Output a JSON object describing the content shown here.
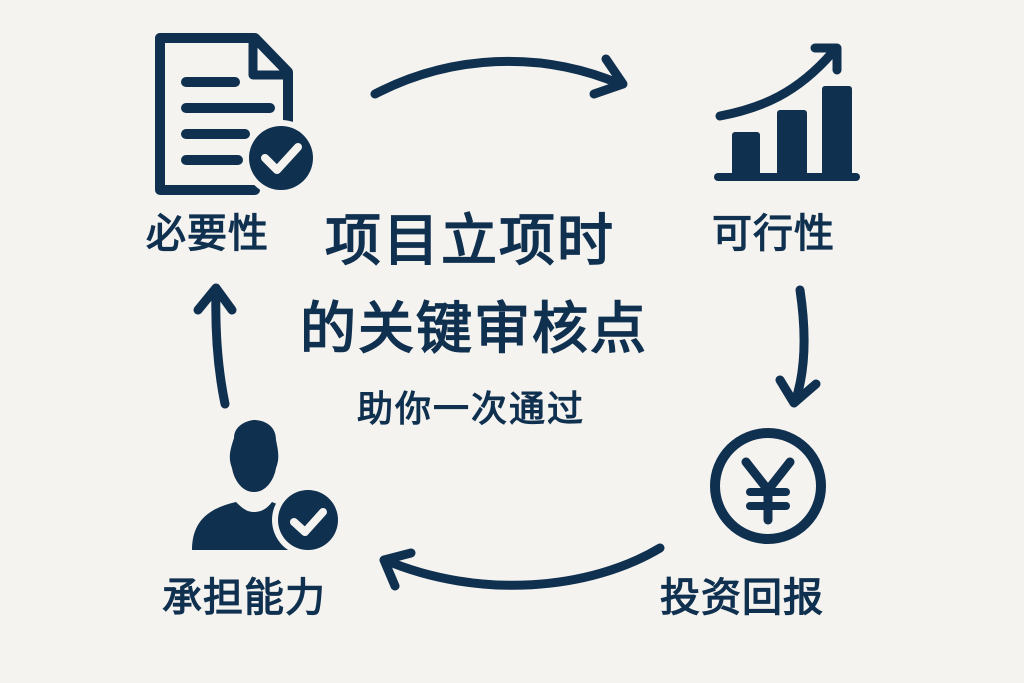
{
  "colors": {
    "background": "#f4f3f0",
    "primary": "#10304f"
  },
  "center": {
    "title_line1": "项目立项时",
    "title_line2": "的关键审核点",
    "subtitle": "助你一次通过"
  },
  "nodes": [
    {
      "id": "necessity",
      "label": "必要性",
      "icon": "document-check-icon",
      "position": "top-left"
    },
    {
      "id": "feasibility",
      "label": "可行性",
      "icon": "growth-chart-icon",
      "position": "top-right"
    },
    {
      "id": "roi",
      "label": "投资回报",
      "icon": "yen-coin-icon",
      "position": "bottom-right"
    },
    {
      "id": "capacity",
      "label": "承担能力",
      "icon": "user-check-icon",
      "position": "bottom-left"
    }
  ],
  "flow": {
    "direction": "clockwise",
    "arrows": [
      {
        "from": "necessity",
        "to": "feasibility"
      },
      {
        "from": "feasibility",
        "to": "roi"
      },
      {
        "from": "roi",
        "to": "capacity"
      },
      {
        "from": "capacity",
        "to": "necessity"
      }
    ]
  }
}
